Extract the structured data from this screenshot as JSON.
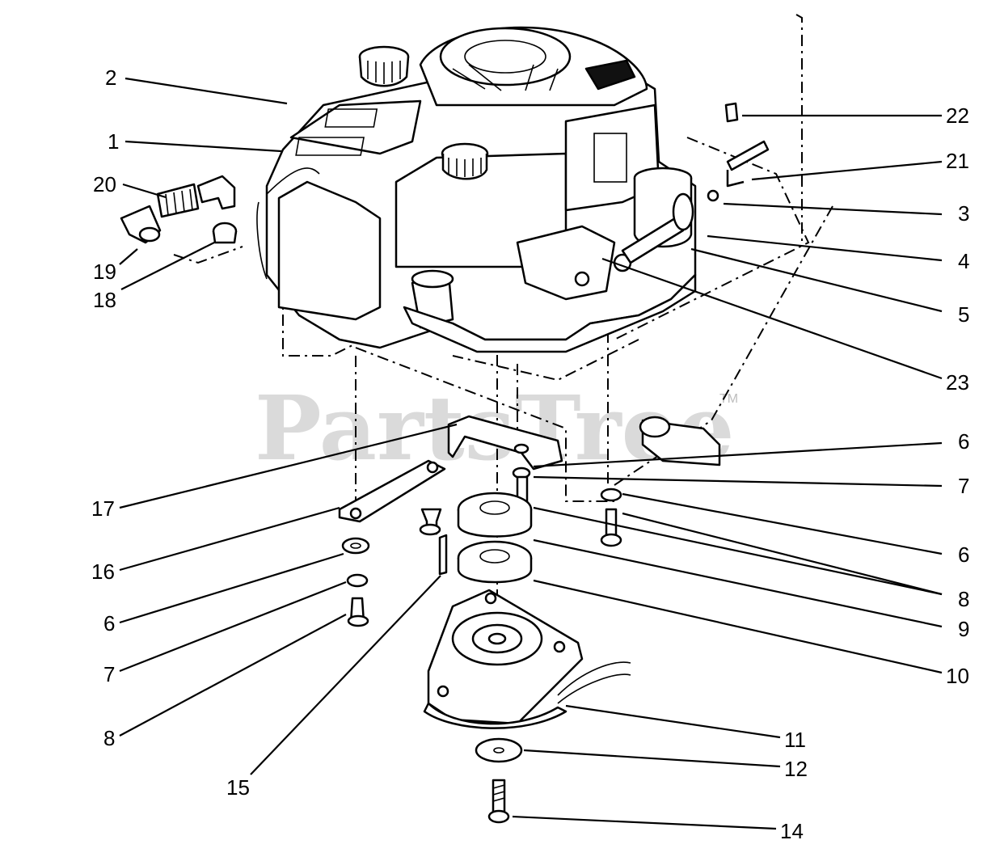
{
  "watermark": {
    "text": "PartsTree",
    "trademark": "TM"
  },
  "callouts": {
    "c1": "1",
    "c2": "2",
    "c3": "3",
    "c4": "4",
    "c5": "5",
    "c6a": "6",
    "c6b": "6",
    "c6c": "6",
    "c7a": "7",
    "c7b": "7",
    "c8a": "8",
    "c8b": "8",
    "c9": "9",
    "c10": "10",
    "c11": "11",
    "c12": "12",
    "c14": "14",
    "c15": "15",
    "c16": "16",
    "c17": "17",
    "c18": "18",
    "c19": "19",
    "c20": "20",
    "c21": "21",
    "c22": "22",
    "c23": "23"
  }
}
